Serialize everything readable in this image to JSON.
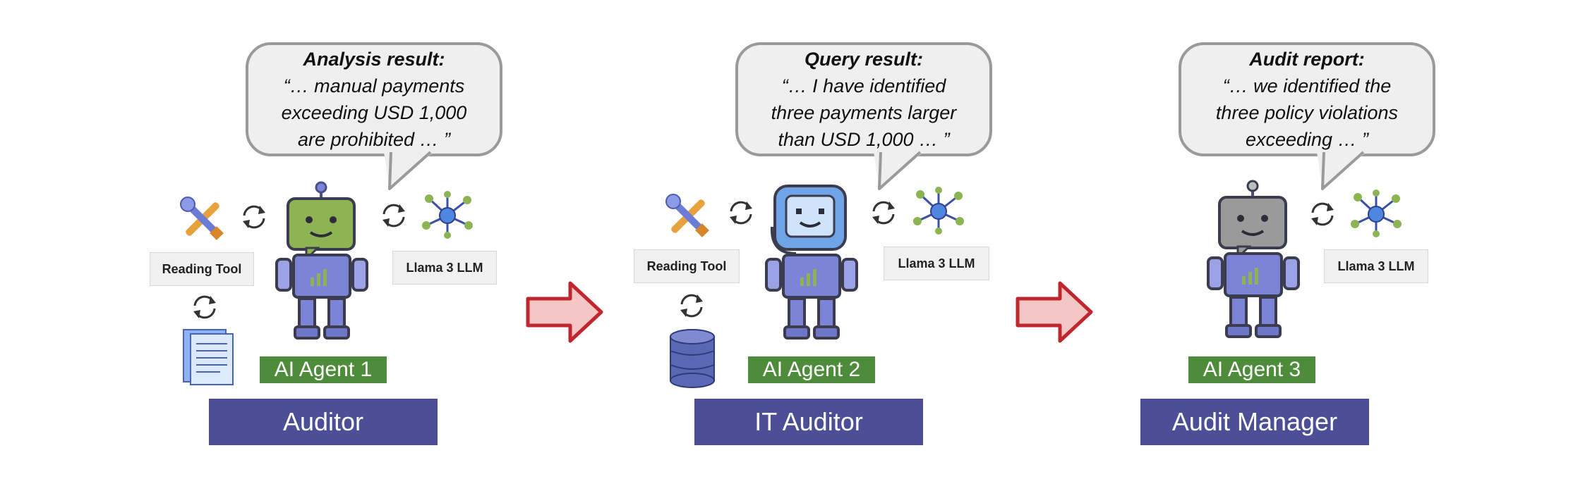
{
  "colors": {
    "agent_label_bg": "#4e8b3a",
    "role_label_bg": "#4d4f96",
    "arrow_fill": "#f4c7c7",
    "arrow_stroke": "#c0262d",
    "bubble_bg": "#efefef",
    "bubble_border": "#9a9a9a"
  },
  "panels": [
    {
      "bubble": {
        "title": "Analysis result:",
        "lines": [
          "“… manual payments",
          "exceeding USD 1,000",
          "are prohibited … ”"
        ]
      },
      "tool_label": "Reading Tool",
      "llm_label": "Llama 3 LLM",
      "agent_label": "AI Agent 1",
      "role_label": "Auditor",
      "resource_icon": "document-icon",
      "robot_head_color": "#8cb453"
    },
    {
      "bubble": {
        "title": "Query result:",
        "lines": [
          "“… I have identified",
          "three payments larger",
          "than USD 1,000 … ”"
        ]
      },
      "tool_label": "Reading Tool",
      "llm_label": "Llama 3 LLM",
      "agent_label": "AI Agent 2",
      "role_label": "IT Auditor",
      "resource_icon": "database-icon",
      "robot_head_color": "#6fa5e6"
    },
    {
      "bubble": {
        "title": "Audit report:",
        "lines": [
          "“… we identified the",
          "three policy violations",
          "exceeding … ”"
        ]
      },
      "llm_label": "Llama 3 LLM",
      "agent_label": "AI Agent 3",
      "role_label": "Audit Manager",
      "robot_head_color": "#9a9a9a"
    }
  ]
}
